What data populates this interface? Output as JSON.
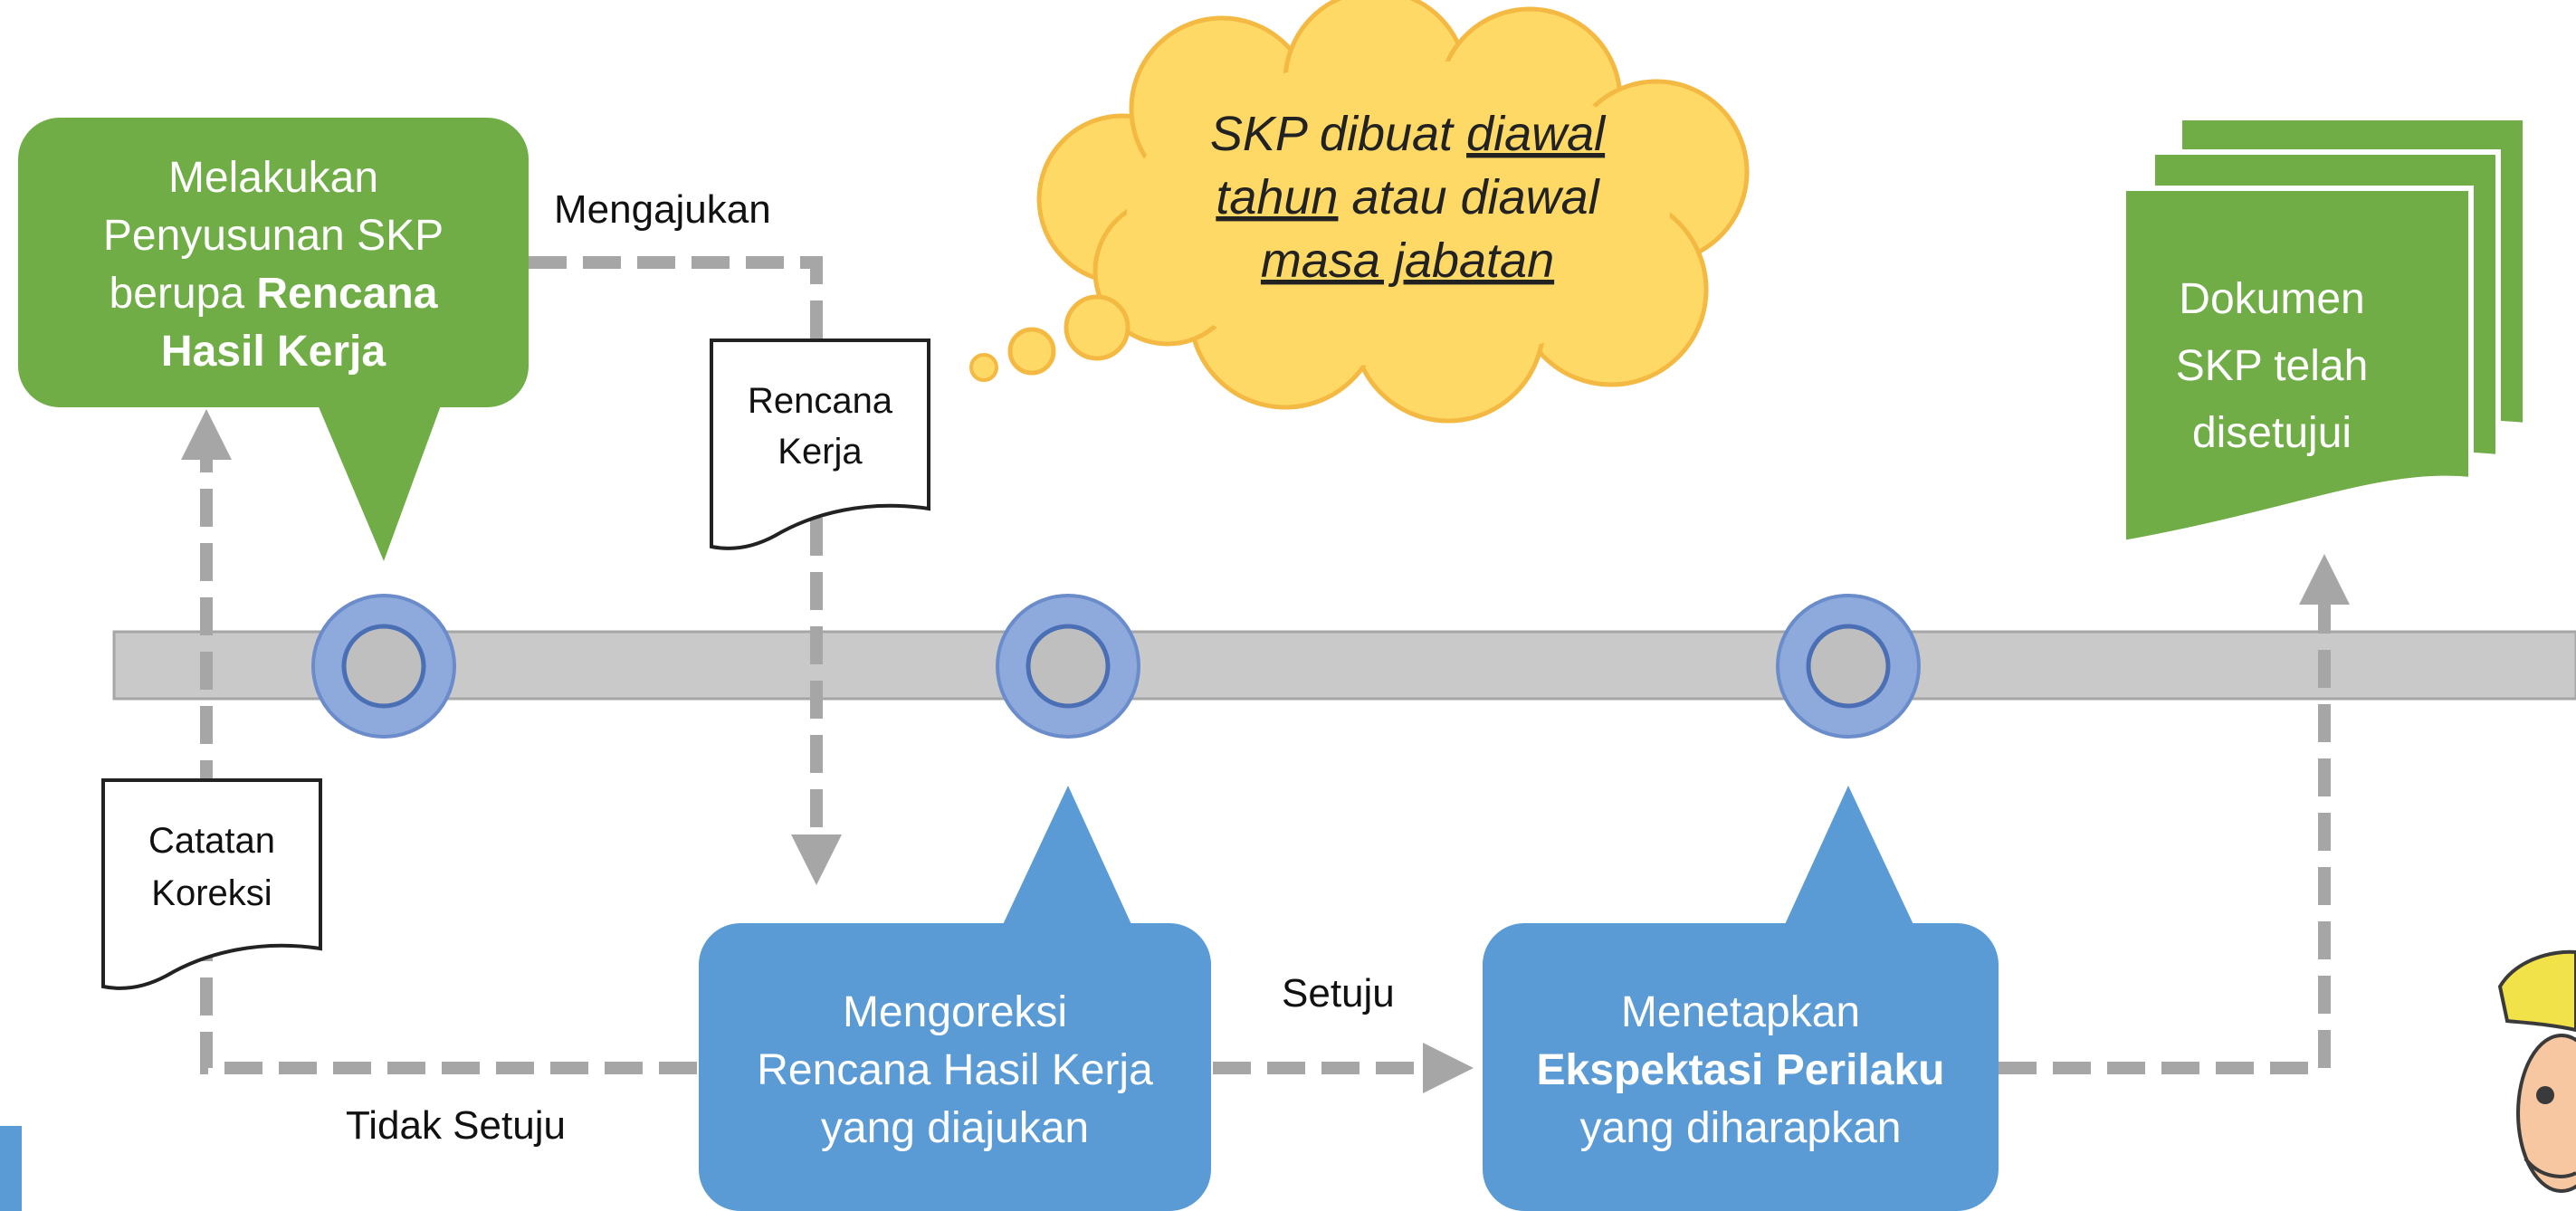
{
  "steps": {
    "penyusunan": {
      "lines": [
        "Melakukan",
        "Penyusunan SKP",
        "berupa ",
        "Hasil Kerja"
      ],
      "bold_inline": "Rencana"
    },
    "koreksi": {
      "lines": [
        "Mengoreksi",
        "Rencana Hasil Kerja",
        "yang diajukan"
      ]
    },
    "menetapkan": {
      "lines": [
        "Menetapkan",
        "Ekspektasi Perilaku",
        "yang diharapkan"
      ]
    },
    "dokumen": {
      "lines": [
        "Dokumen",
        "SKP telah",
        "disetujui"
      ]
    }
  },
  "cloud": {
    "line1_a": "SKP dibuat ",
    "line1_b": "diawal",
    "line2_a": "tahun",
    "line2_b": " atau diawal",
    "line3": "masa jabatan"
  },
  "labels": {
    "mengajukan": "Mengajukan",
    "setuju": "Setuju",
    "tidak_setuju": "Tidak Setuju"
  },
  "documents": {
    "rencana_kerja": [
      "Rencana",
      "Kerja"
    ],
    "catatan_koreksi": [
      "Catatan",
      "Koreksi"
    ]
  },
  "colors": {
    "green": "#70AD47",
    "blue": "#5B9BD5",
    "cloud_fill": "#FFD966",
    "cloud_stroke": "#F4B942",
    "timeline": "#C9C9C9",
    "node_ring": "#8EA9DB",
    "node_center": "#BFBFBF",
    "dashed": "#A6A6A6"
  }
}
